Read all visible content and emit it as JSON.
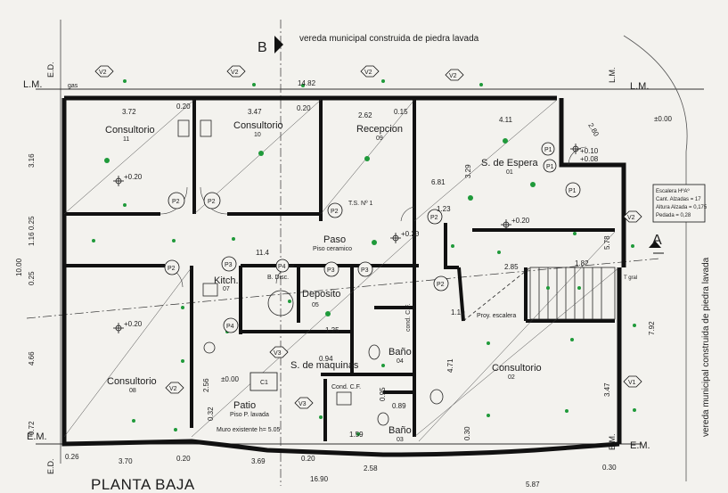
{
  "plan": {
    "title": "PLANTA BAJA",
    "top_street": "vereda municipal construida de piedra lavada",
    "right_street": "vereda municipal construida de piedra lavada",
    "section_b": "B",
    "section_a": "A",
    "lm_left": "L.M.",
    "lm_right": "L.M.",
    "em_left": "E.M.",
    "em_right": "E.M.",
    "ed_top": "E.D.",
    "ed_bottom": "E.D.",
    "gas": "gas",
    "level_zero": "±0.00",
    "t_gral": "T gral",
    "muro": "Muro existente h= 5.05"
  },
  "stair_box": {
    "line1": "Escalera HºAº",
    "line2": "Cant. Alzadas = 17",
    "line3": "Altura Alzada = 0,175",
    "line4": "Pedada = 0,28"
  },
  "rooms": {
    "c11": {
      "name": "Consultorio",
      "num": "11"
    },
    "c10": {
      "name": "Consultorio",
      "num": "10"
    },
    "rec": {
      "name": "Recepcion",
      "num": "09"
    },
    "esp": {
      "name": "S. de Espera",
      "num": "01"
    },
    "c08": {
      "name": "Consultorio",
      "num": "08"
    },
    "c02": {
      "name": "Consultorio",
      "num": "02"
    },
    "paso": {
      "name": "Paso",
      "sub": "Piso ceramico"
    },
    "dep": {
      "name": "Deposito",
      "num": "05"
    },
    "kit": {
      "name": "Kitch.",
      "num": "07"
    },
    "bano04": {
      "name": "Baño",
      "num": "04"
    },
    "bano03": {
      "name": "Baño",
      "num": "03"
    },
    "patio": {
      "name": "Patio",
      "sub": "Piso P. lavada"
    },
    "maq": {
      "name": "S. de maquinas"
    },
    "cond": {
      "name": "Cond. C.F."
    },
    "cond_cf": {
      "name": "cond. C.F."
    },
    "ts": {
      "name": "T.S. Nº 1"
    },
    "proy": {
      "name": "Proy. escalera"
    },
    "bdisc": {
      "name": "B. Disc."
    }
  },
  "dims": {
    "d1482": "14.82",
    "d372": "3.72",
    "d020a": "0.20",
    "d347": "3.47",
    "d020b": "0.20",
    "d262": "2.62",
    "d015": "0.15",
    "d411": "4.11",
    "d316": "3.16",
    "d116": "1.16",
    "d1000": "10.00",
    "d466": "4.66",
    "d025a": "0.25",
    "d025b": "0.25",
    "d072": "0.72",
    "d026": "0.26",
    "d370": "3.70",
    "d369": "3.69",
    "d020c": "0.20",
    "d020d": "0.20",
    "d258": "2.58",
    "d1690": "16.90",
    "d587": "5.87",
    "d030": "0.30",
    "d681": "6.81",
    "d329": "3.29",
    "d123": "1.23",
    "d285": "2.85",
    "d471": "4.71",
    "d347b": "3.47",
    "d792": "7.92",
    "d578": "5.78",
    "d256": "2.56",
    "d032": "0.32",
    "d030b": "0.30",
    "d114": "11.4",
    "d125": "1.25",
    "d159": "1.59",
    "d089": "0.89",
    "d094": "0.94",
    "d110": "1.10",
    "d280": "2.80",
    "d182": "1.82",
    "d095": "0.95"
  },
  "levels": {
    "l1": "+0.20",
    "l2": "+0.20",
    "l3": "+0.20",
    "l4": "+0.20",
    "l5": "±0.00",
    "l6": "+0.10",
    "l7": "+0.08",
    "l8": "±0.00"
  },
  "tags": {
    "v2": "V2",
    "v1": "V1",
    "v3": "V3",
    "p1": "P1",
    "p2": "P2",
    "p3": "P3",
    "p4": "P4",
    "c1": "C1"
  }
}
